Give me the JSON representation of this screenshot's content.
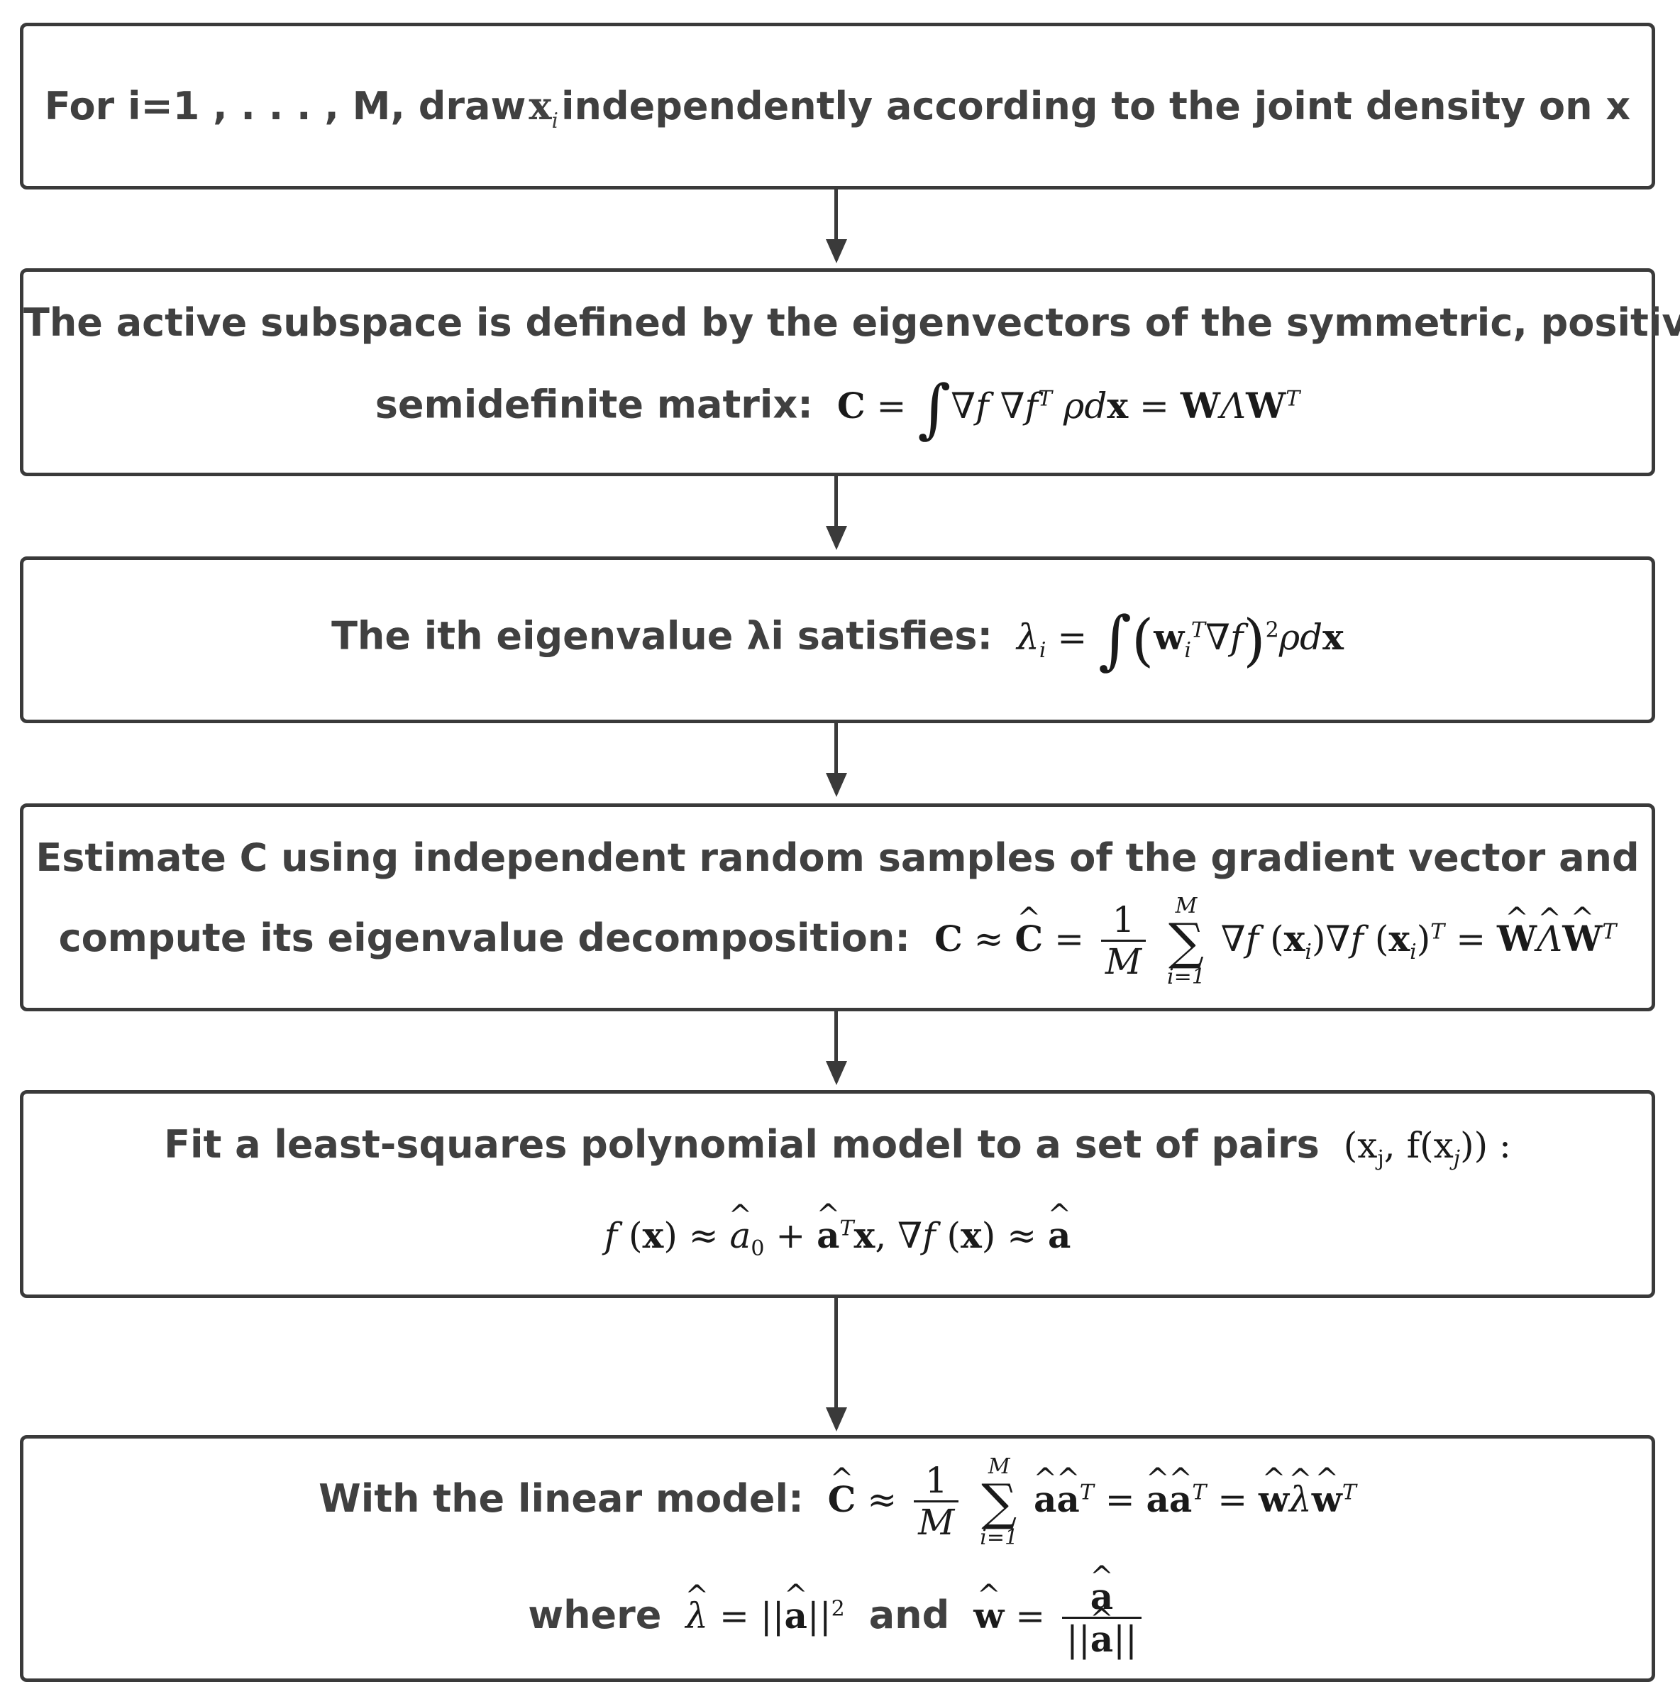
{
  "steps": [
    {
      "text": "For i=1 , . . . , M, draw",
      "var": "x",
      "var_sub": "i",
      "text2": "independently according to the joint density on x"
    },
    {
      "line1": "The active subspace is defined by the eigenvectors of the symmetric, positive",
      "line2": "semidefinite matrix:",
      "formula_c": "C",
      "formula_rest": "= ∇f ∇f",
      "formula_tail": "ρd",
      "formula_end": "= WΛW"
    },
    {
      "text": "The ith eigenvalue λi satisfies:",
      "lambda": "λ",
      "lambda_sub": "i"
    },
    {
      "line1": "Estimate C using independent random samples of the gradient vector and",
      "line2": "compute its eigenvalue decomposition:",
      "sum_upper": "M",
      "sum_lower": "i=1",
      "frac_num": "1",
      "frac_den": "M"
    },
    {
      "line1": "Fit a least-squares polynomial model to a set of pairs",
      "pair": "(x",
      "pair_sub": "j",
      "pair_mid": ", f(x",
      "pair_end": ")) :"
    },
    {
      "line1": "With the linear model:",
      "where_label": "where",
      "and_label": "and",
      "sum_upper": "M",
      "sum_lower": "i=1",
      "frac_num": "1",
      "frac_den": "M"
    }
  ],
  "colors": {
    "border": "#3a3a3a",
    "text": "#404040"
  }
}
